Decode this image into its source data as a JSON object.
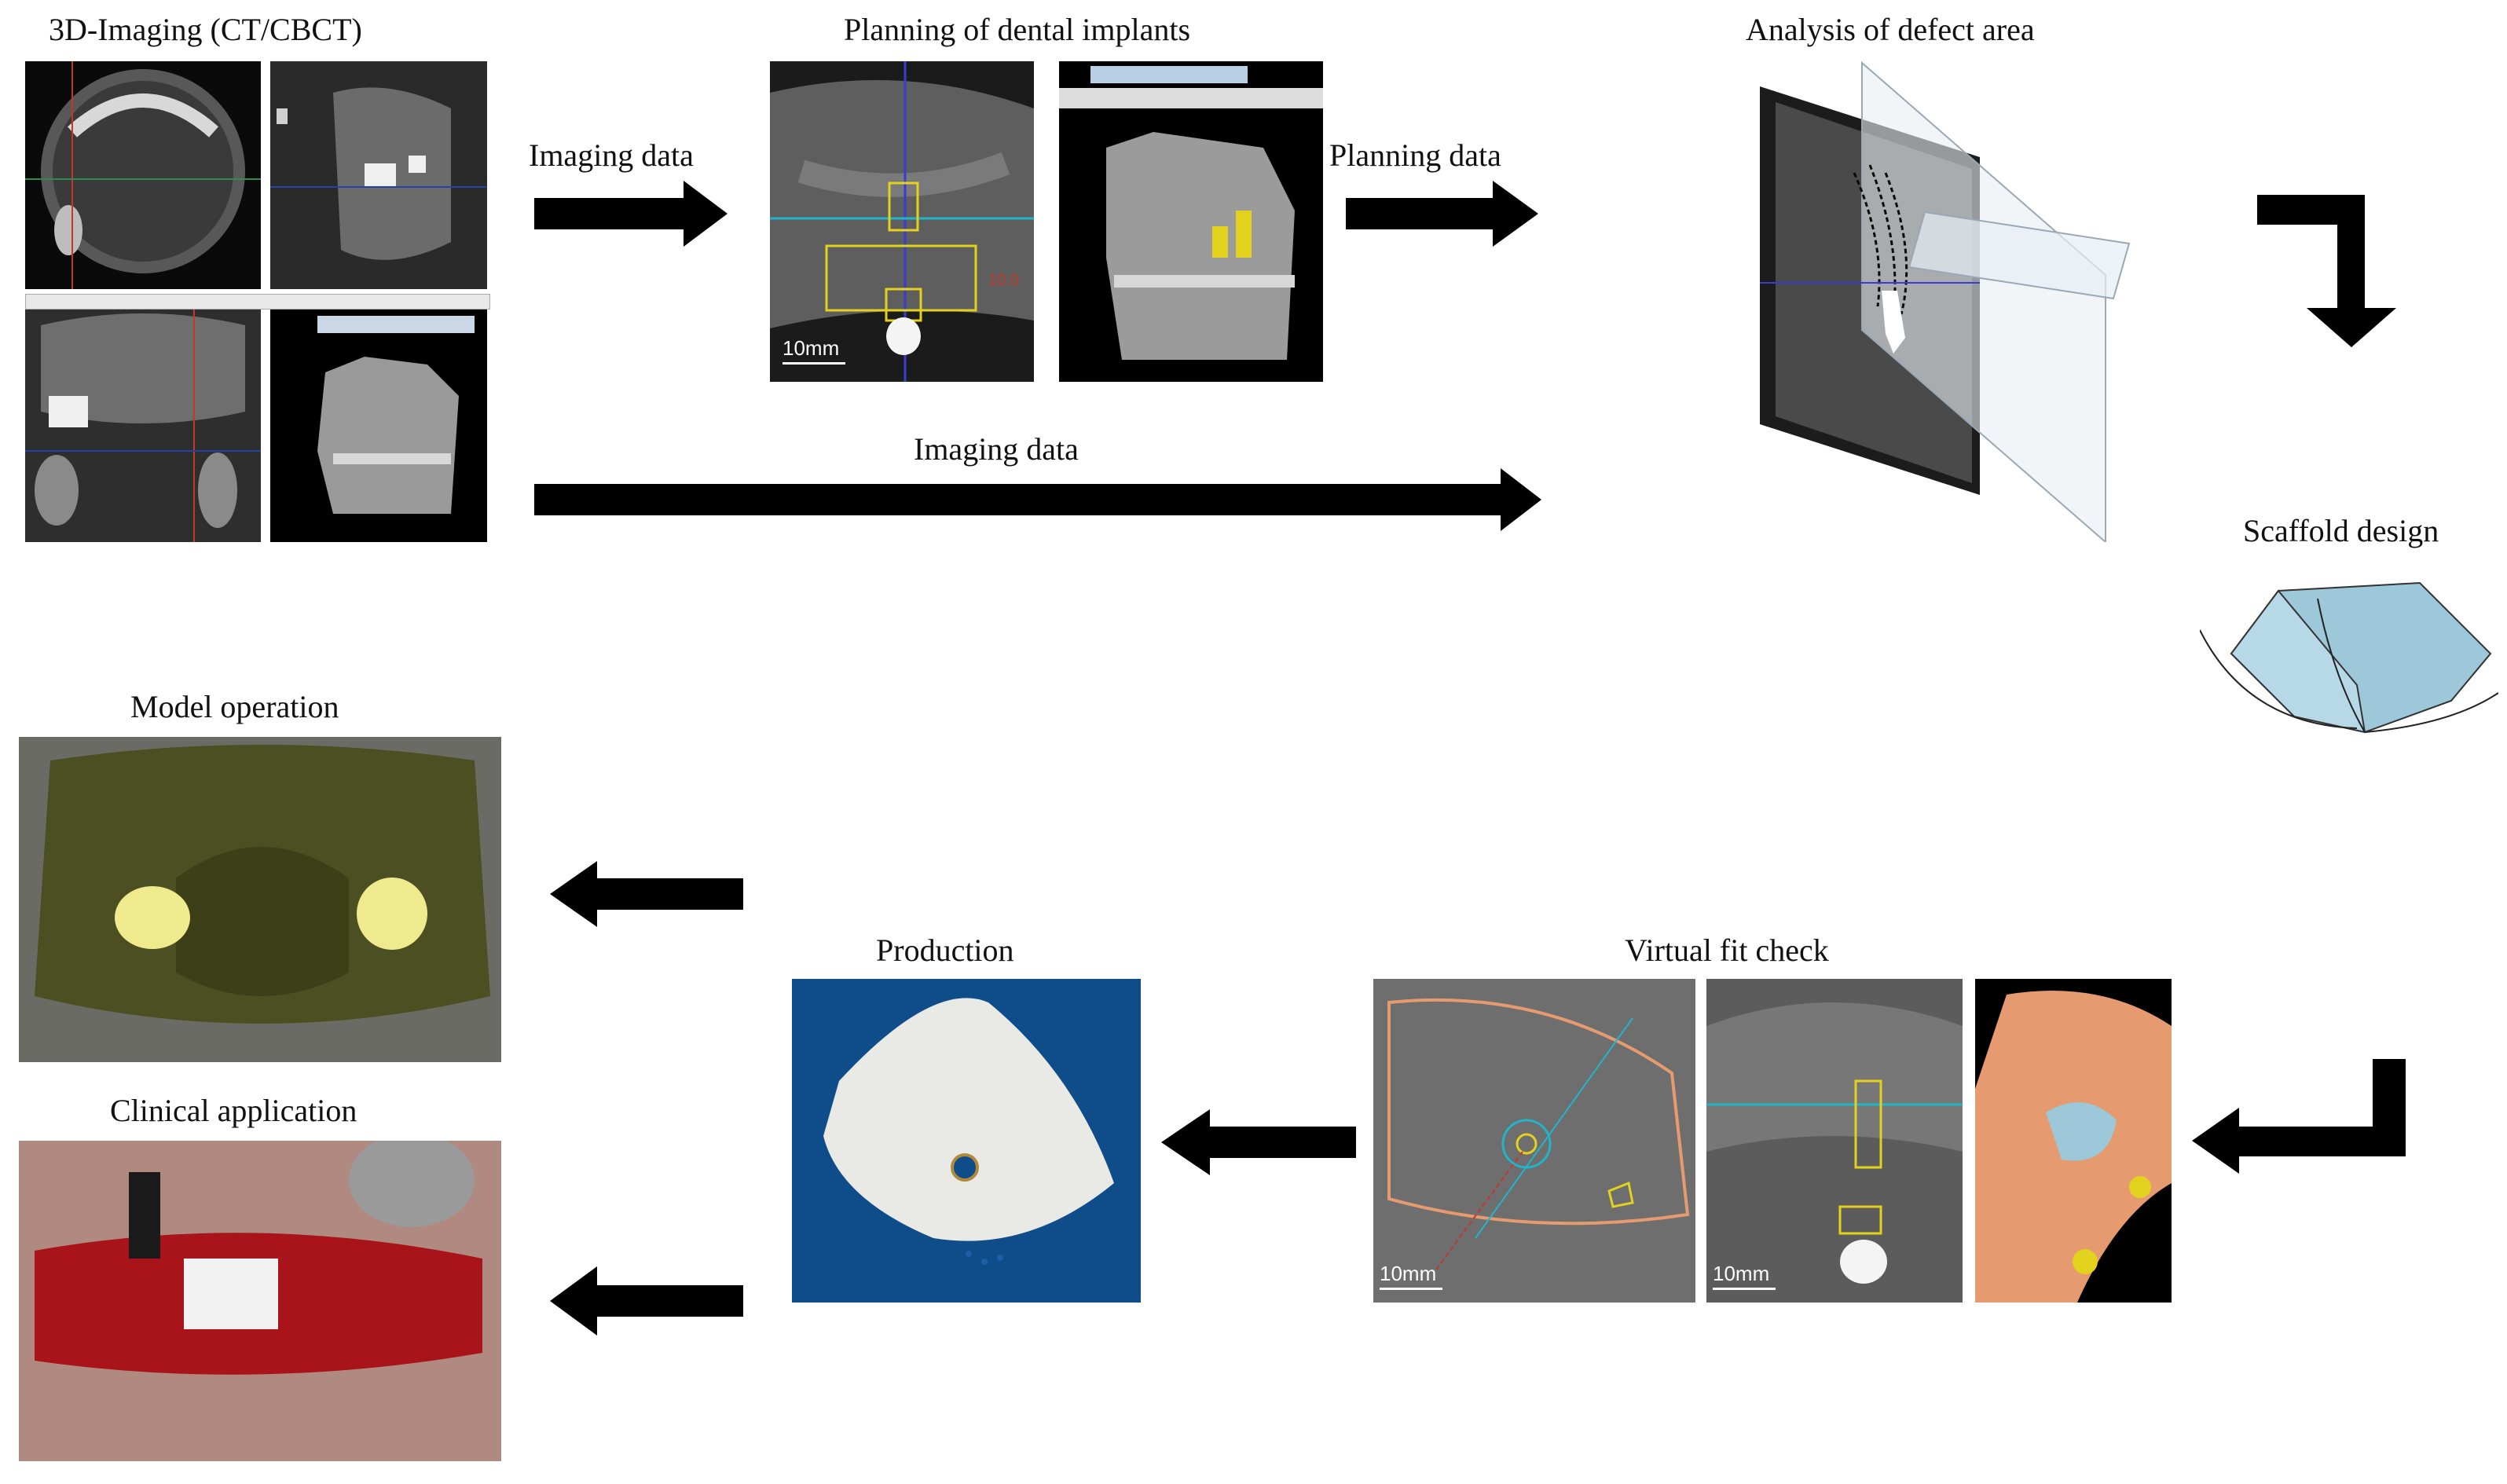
{
  "labels": {
    "imaging_3d": "3D-Imaging (CT/CBCT)",
    "planning_implants": "Planning of dental implants",
    "analysis_defect": "Analysis of defect area",
    "scaffold_design": "Scaffold design",
    "model_operation": "Model operation",
    "clinical_application": "Clinical application",
    "production": "Production",
    "virtual_fit_check": "Virtual fit check"
  },
  "arrows": {
    "imaging_data_1": "Imaging data",
    "planning_data": "Planning data",
    "imaging_data_2": "Imaging data"
  },
  "scales": {
    "planning_scale": "10mm",
    "fit_scale_1": "10mm",
    "fit_scale_2": "10mm"
  },
  "colors": {
    "arrow": "#000000",
    "scaffold": "#9cc8da",
    "production_bg": "#0e4d8a",
    "model_bone": "#5c5c2a",
    "graft": "#efea8e",
    "soft_tissue": "#e59a70",
    "implant_outline": "#e3d21d"
  }
}
